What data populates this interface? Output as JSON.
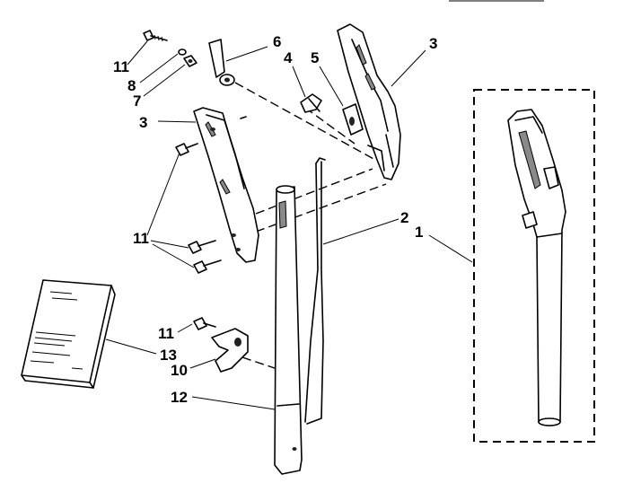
{
  "callouts": [
    {
      "id": "c11a",
      "text": "11"
    },
    {
      "id": "c8",
      "text": "8"
    },
    {
      "id": "c7",
      "text": "7"
    },
    {
      "id": "c6",
      "text": "6"
    },
    {
      "id": "c4",
      "text": "4"
    },
    {
      "id": "c5",
      "text": "5"
    },
    {
      "id": "c3a",
      "text": "3"
    },
    {
      "id": "c3b",
      "text": "3"
    },
    {
      "id": "c11b",
      "text": "11"
    },
    {
      "id": "c2",
      "text": "2"
    },
    {
      "id": "c1",
      "text": "1"
    },
    {
      "id": "c11c",
      "text": "11"
    },
    {
      "id": "c13",
      "text": "13"
    },
    {
      "id": "c10",
      "text": "10"
    },
    {
      "id": "c12",
      "text": "12"
    }
  ]
}
